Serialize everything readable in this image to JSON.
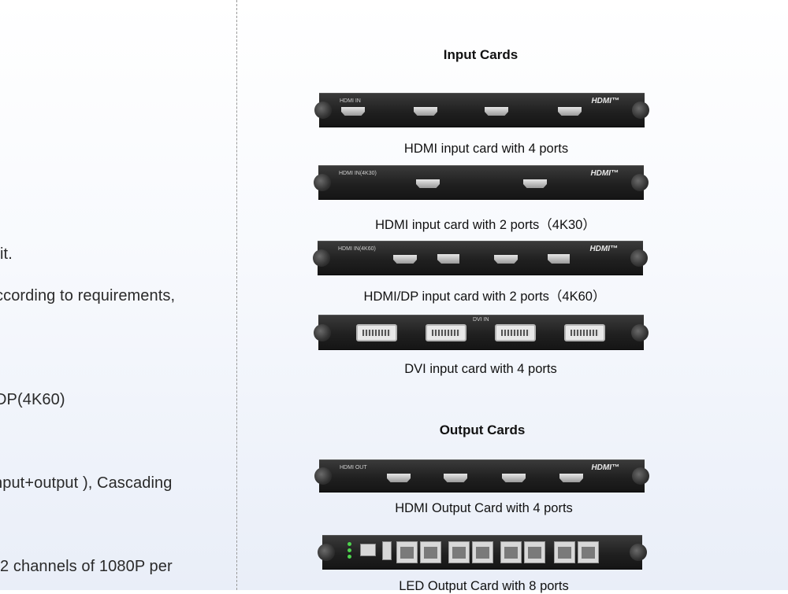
{
  "left_text": [
    "it.",
    "ccording to requirements,",
    "DP(4K60)",
    "nput+output ), Cascading",
    "2 channels of 1080P per"
  ],
  "input_section": {
    "heading": "Input Cards",
    "cards": [
      {
        "caption": "HDMI input card with 4 ports",
        "label": "HDMI IN",
        "logo": "HDMI™"
      },
      {
        "caption": "HDMI input card with 2 ports（4K30）",
        "label": "HDMI IN(4K30)",
        "logo": "HDMI™"
      },
      {
        "caption": "HDMI/DP input card with 2 ports（4K60）",
        "label": "HDMI IN(4K60)",
        "logo": "HDMI™"
      },
      {
        "caption": "DVI input card with 4 ports",
        "label": "DVI IN"
      }
    ]
  },
  "output_section": {
    "heading": "Output Cards",
    "cards": [
      {
        "caption": "HDMI Output Card with 4 ports",
        "label": "HDMI OUT",
        "logo": "HDMI™"
      },
      {
        "caption": "LED Output Card with 8 ports"
      }
    ]
  },
  "colors": {
    "card_body": "#202020",
    "port_metal": "#d0d0d0",
    "led_green": "#4ed44e"
  }
}
